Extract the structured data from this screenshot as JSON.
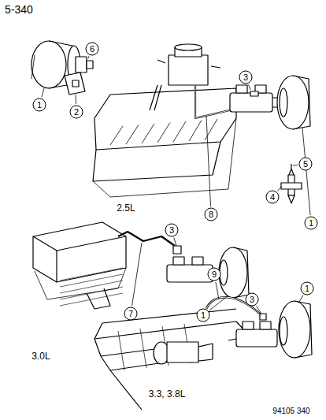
{
  "diagram": {
    "labels": [
      "5-340",
      "6",
      "1",
      "2",
      "3",
      "8",
      "1",
      "2.5L",
      "5",
      "4",
      "3",
      "7",
      "1",
      "3.0L",
      "9",
      "3",
      "1",
      "3.3, 3.8L",
      "94105 340"
    ]
  }
}
